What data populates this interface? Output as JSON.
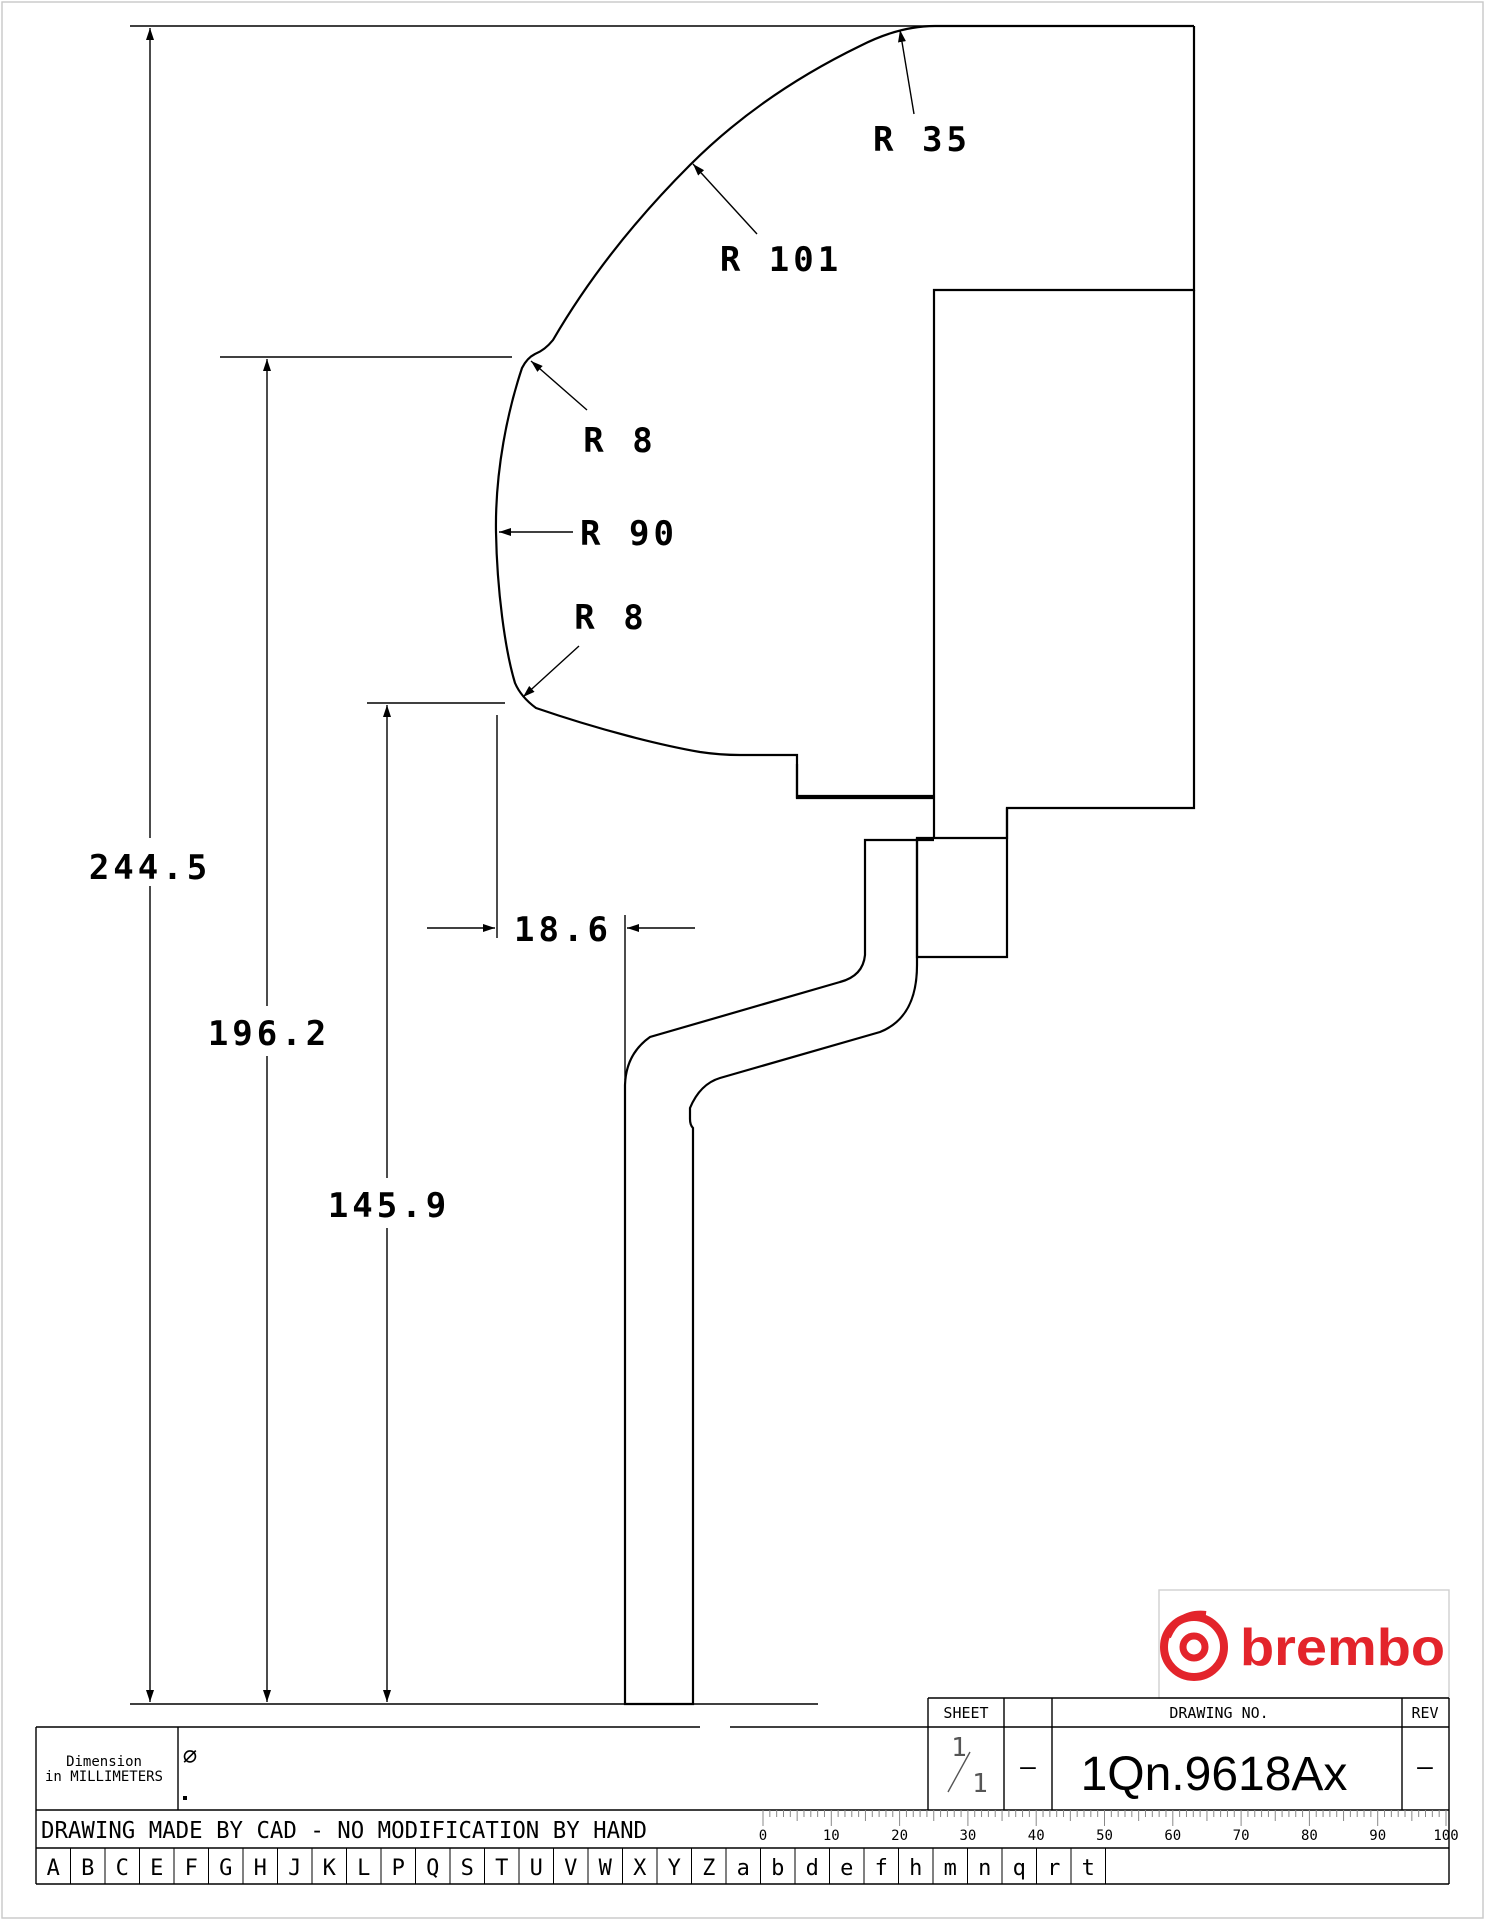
{
  "dimensions": {
    "overall_height": "244.5",
    "height_2": "196.2",
    "height_3": "145.9",
    "width": "18.6",
    "r35": "R 35",
    "r101": "R 101",
    "r8_top": "R 8",
    "r90": "R 90",
    "r8_bottom": "R 8"
  },
  "title_block": {
    "units_line1": "Dimension",
    "units_line2": "in MILLIMETERS",
    "diameter_symbol": "∅",
    "sheet_header": "SHEET",
    "sheet_num": "1",
    "sheet_den": "1",
    "dash_left": "—",
    "drawing_no_header": "DRAWING NO.",
    "drawing_no": "1Qn.9618Ax",
    "rev_header": "REV",
    "rev": "—",
    "cad_note": "DRAWING MADE BY CAD - NO MODIFICATION BY HAND",
    "scale_labels": [
      "0",
      "10",
      "20",
      "30",
      "40",
      "50",
      "60",
      "70",
      "80",
      "90",
      "100"
    ],
    "letters": [
      "A",
      "B",
      "C",
      "E",
      "F",
      "G",
      "H",
      "J",
      "K",
      "L",
      "P",
      "Q",
      "S",
      "T",
      "U",
      "V",
      "W",
      "X",
      "Y",
      "Z",
      "a",
      "b",
      "d",
      "e",
      "f",
      "h",
      "m",
      "n",
      "q",
      "r",
      "t"
    ]
  },
  "logo": {
    "text": "brembo",
    "color": "#e3242b"
  }
}
